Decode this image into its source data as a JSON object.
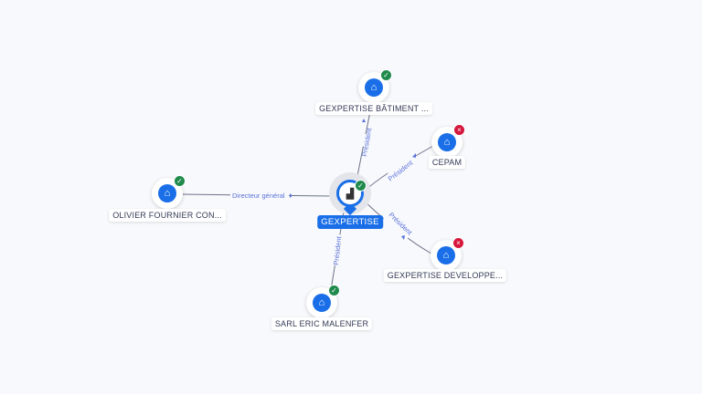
{
  "center": {
    "name": "GEXPERTISE",
    "icon": "building-icon"
  },
  "nodes": [
    {
      "name": "GEXPERTISE BÂTIMENT ...",
      "status": "active",
      "role": "Président"
    },
    {
      "name": "CEPAM",
      "status": "inactive",
      "role": "Président"
    },
    {
      "name": "OLIVIER FOURNIER CON...",
      "status": "active",
      "role": "Directeur général"
    },
    {
      "name": "GEXPERTISE DEVELOPPE...",
      "status": "inactive",
      "role": "Président"
    },
    {
      "name": "SARL ERIC MALENFER",
      "status": "active",
      "role": "Président"
    }
  ],
  "colors": {
    "accent": "#1a6fe8",
    "active": "#1f8a4c",
    "inactive": "#d6173d",
    "edge": "#5a72d8"
  }
}
